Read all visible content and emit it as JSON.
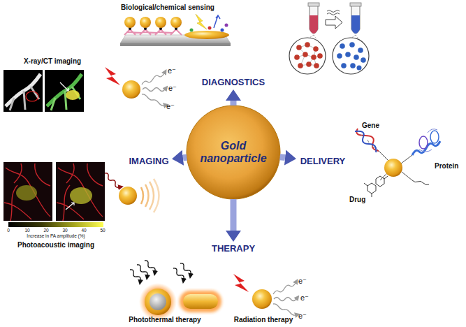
{
  "diagram": {
    "nodes": [
      {
        "text": [
          "DIAGNOSTICS"
        ]
      },
      {
        "text": [
          "IMAGING"
        ]
      },
      {
        "text": [
          "Gold nanoparticle"
        ]
      },
      {
        "text": [
          "DELIVERY"
        ]
      },
      {
        "text": [
          "THERAPY"
        ]
      }
    ],
    "edges": [
      {
        "from": 2,
        "to": 0,
        "arrow": "to"
      },
      {
        "from": 2,
        "to": 1,
        "arrow": "to"
      },
      {
        "from": 2,
        "to": 3,
        "arrow": "to"
      },
      {
        "from": 2,
        "to": 4,
        "arrow": "to"
      }
    ],
    "labels": [
      "Biological/chemical sensing",
      "X-ray/CT imaging",
      "e⁻",
      "e⁻",
      "e⁻",
      "Gene",
      "Protein",
      "Drug",
      "0",
      "10",
      "20",
      "30",
      "40",
      "50",
      "Increase in PA amplitude (%)",
      "Photoacoustic imaging",
      "Photothermal therapy",
      "Radiation therapy",
      "e⁻",
      "e⁻",
      "e⁻"
    ]
  }
}
